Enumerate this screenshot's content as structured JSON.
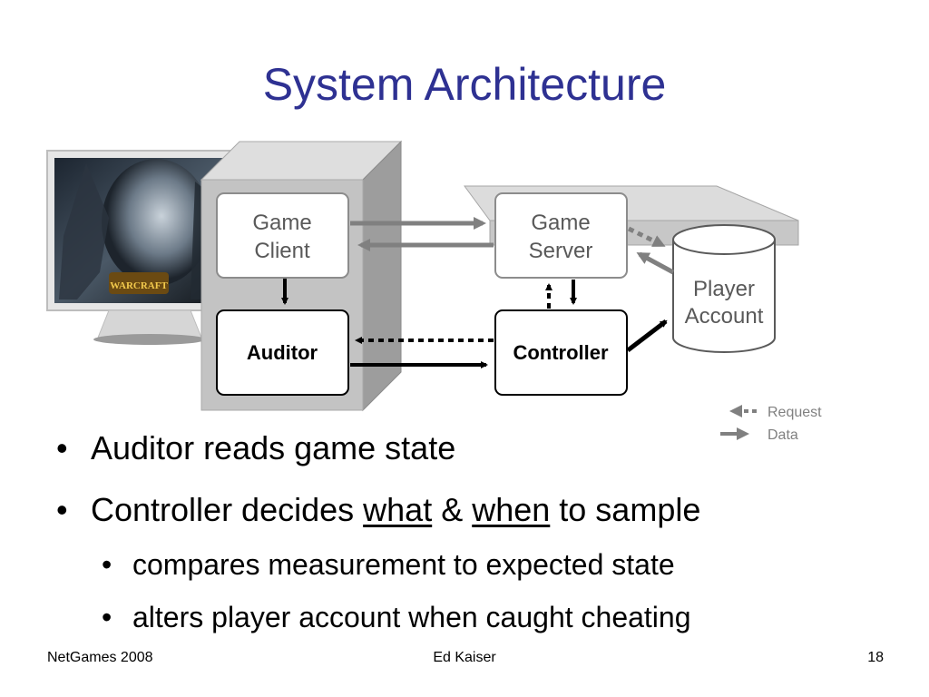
{
  "title": "System Architecture",
  "diagram": {
    "game_client_line1": "Game",
    "game_client_line2": "Client",
    "game_server_line1": "Game",
    "game_server_line2": "Server",
    "auditor": "Auditor",
    "controller": "Controller",
    "player_account_line1": "Player",
    "player_account_line2": "Account",
    "legend_request": "Request",
    "legend_data": "Data",
    "monitor_logo": "WARCRAFT"
  },
  "bullets": {
    "b1": "Auditor reads game state",
    "b2_part1": "Controller decides ",
    "b2_what": "what",
    "b2_amp": " & ",
    "b2_when": "when",
    "b2_part2": " to sample",
    "sub1": "compares measurement to expected state",
    "sub2": "alters player account when caught cheating",
    "bullet_glyph": "•"
  },
  "footer": {
    "left": "NetGames 2008",
    "center": "Ed Kaiser",
    "right": "18"
  },
  "colors": {
    "title": "#2e3192",
    "gray_arrow": "#808080",
    "server_slab": "#d9d9d9",
    "tower": "#c0c0c0"
  }
}
